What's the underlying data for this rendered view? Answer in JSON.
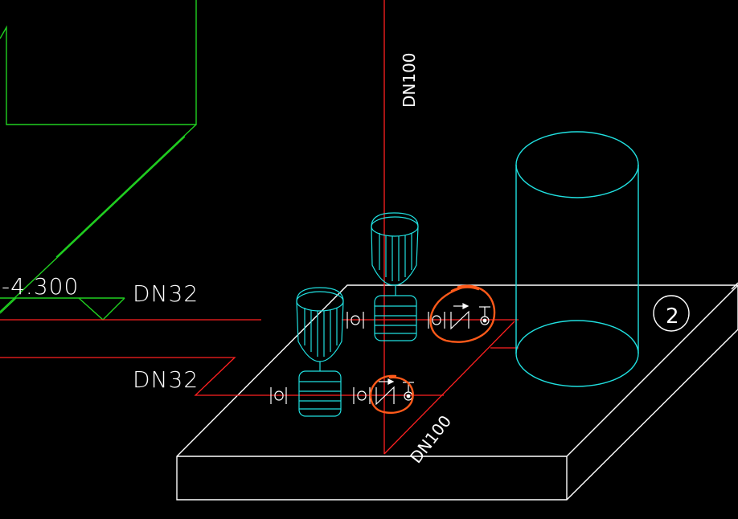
{
  "labels": {
    "elevation": "-4.300",
    "dn32_upper": "DN32",
    "dn32_lower": "DN32",
    "dn100_vertical": "DN100",
    "dn100_diagonal": "DN100",
    "marker_number": "2"
  },
  "colors": {
    "background": "#000000",
    "outline": "#ffffff",
    "pipe": "#ff2020",
    "equipment": "#20e0e0",
    "structure": "#20d020",
    "markup": "#ff5a1a"
  },
  "icons": {
    "pump": "pump-icon",
    "tank": "cylinder-tank-icon",
    "gate_valve": "gate-valve-icon",
    "check_valve": "check-valve-icon",
    "pressure_gauge": "gauge-icon",
    "markup": "hand-drawn-circle-icon"
  }
}
